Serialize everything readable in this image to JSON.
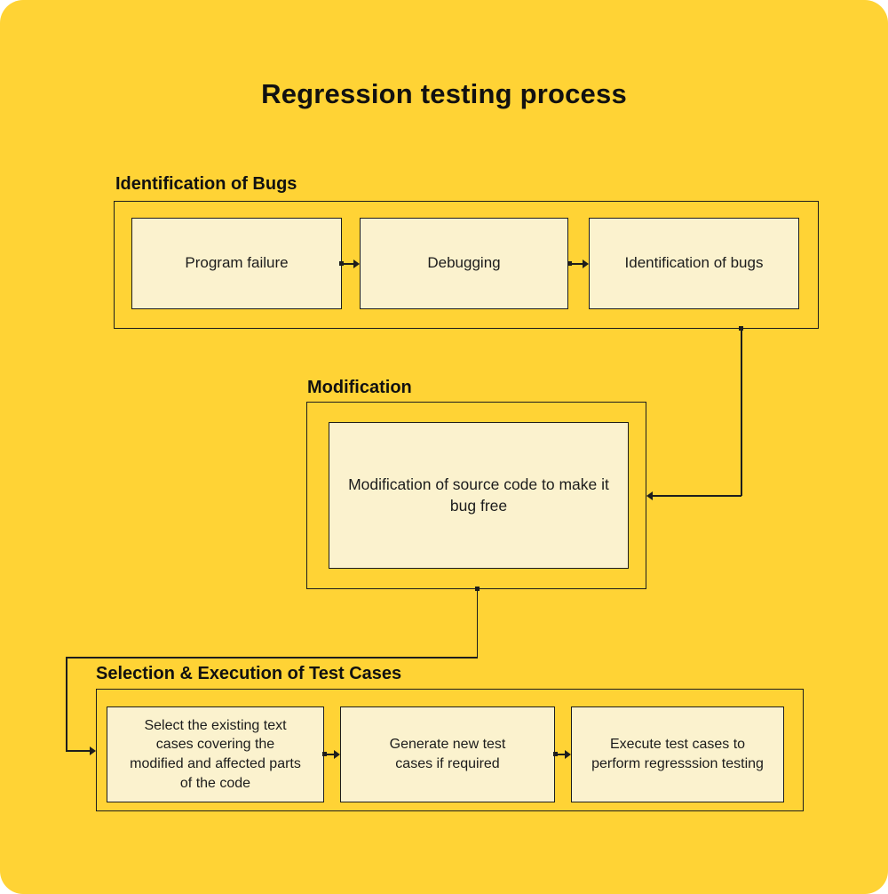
{
  "title": "Regression testing process",
  "colors": {
    "background": "#FFD335",
    "box_fill": "#FBF2CE",
    "border": "#1D1D1D",
    "text": "#111111"
  },
  "sections": [
    {
      "label": "Identification of Bugs",
      "boxes": [
        "Program failure",
        "Debugging",
        "Identification of bugs"
      ]
    },
    {
      "label": "Modification",
      "boxes": [
        "Modification of source code to make it bug free"
      ]
    },
    {
      "label": "Selection & Execution of Test Cases",
      "boxes": [
        "Select the existing text cases covering the modified and affected parts of the code",
        "Generate new test cases if required",
        "Execute test cases to perform regresssion testing"
      ]
    }
  ]
}
